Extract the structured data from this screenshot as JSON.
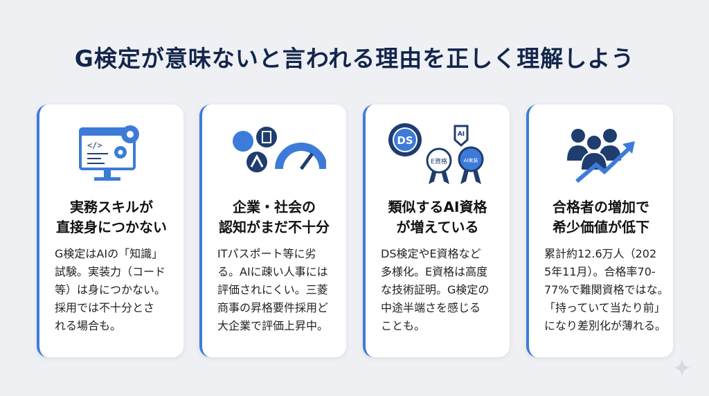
{
  "title": "G検定が意味ないと言われる理由を正しく理解しよう",
  "colors": {
    "accent": "#3d7bd9",
    "navy": "#1f3d6e",
    "title": "#13254a",
    "background": "#eef0f4"
  },
  "cards": [
    {
      "icon": "monitor-code-gears-icon",
      "heading": [
        "実務スキルが",
        "直接身につかない"
      ],
      "lines": [
        "G検定はAIの「知識」",
        "試験。実装力（コード",
        "等）は身につかない。",
        "採用では不十分とさ",
        "れる場合も。"
      ]
    },
    {
      "icon": "company-logos-gauge-icon",
      "heading": [
        "企業・社会の",
        "認知がまだ不十分"
      ],
      "lines": [
        "ITパスポート等に劣",
        "る。AIに疎い人事には",
        "評価されにくい。三菱",
        "商事の昇格要件採用ど",
        "大企業で評価上昇中。"
      ]
    },
    {
      "icon": "certification-badges-icon",
      "badges": [
        "DS",
        "AI",
        "E資格",
        "AI実装"
      ],
      "heading": [
        "類似するAI資格",
        "が増えている"
      ],
      "lines": [
        "DS検定やE資格など",
        "多様化。E資格は高度",
        "な技術証明。G検定の",
        "中途半端さを感じる",
        "ことも。"
      ]
    },
    {
      "icon": "people-growth-arrow-icon",
      "heading": [
        "合格者の増加で",
        "希少価値が低下"
      ],
      "lines": [
        "累計約12.6万人（202",
        "5年11月）。合格率70-",
        "77%で難関資格ではな。",
        "「持っていて当たり前」",
        "になり差別化が薄れる。"
      ]
    }
  ]
}
